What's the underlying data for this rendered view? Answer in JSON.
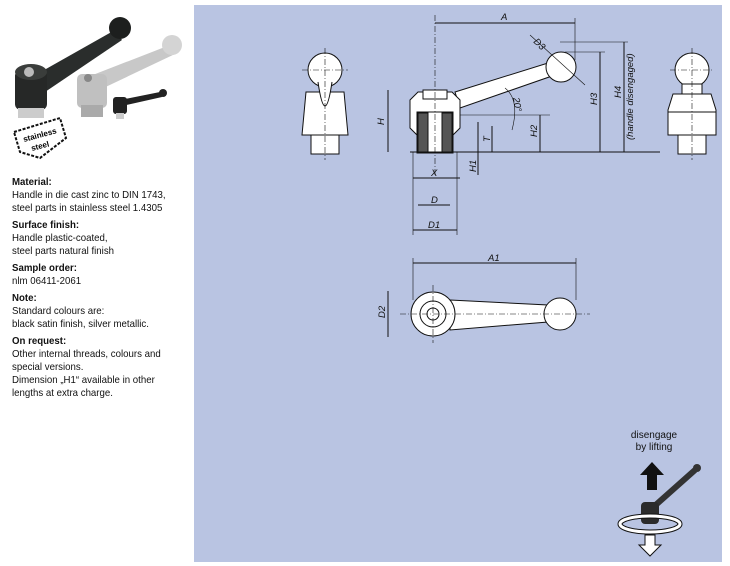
{
  "badge": {
    "line1": "stainless",
    "line2": "steel"
  },
  "spec": [
    {
      "heading": "Material:",
      "lines": [
        "Handle in die cast zinc to DIN 1743,",
        "steel parts in stainless steel 1.4305"
      ]
    },
    {
      "heading": "Surface finish:",
      "lines": [
        "Handle plastic-coated,",
        "steel parts natural finish"
      ]
    },
    {
      "heading": "Sample order:",
      "lines": [
        "nlm 06411-2061"
      ]
    },
    {
      "heading": "Note:",
      "lines": [
        "Standard colours are:",
        "black satin finish, silver metallic."
      ]
    },
    {
      "heading": "On request:",
      "lines": [
        "Other internal threads, colours and",
        "special versions.",
        "Dimension „H1“ available in other",
        "lengths at extra charge."
      ]
    }
  ],
  "drawing": {
    "A": "A",
    "D3": "D3",
    "H": "H",
    "H1": "H1",
    "H2": "H2",
    "H3": "H3",
    "H4": "H4",
    "H4_note": "(handle disengaged)",
    "T": "T",
    "X": "X",
    "D": "D",
    "D1": "D1",
    "angle": "20°",
    "A1": "A1",
    "D2": "D2"
  },
  "hint": {
    "line1": "disengage",
    "line2": "by lifting"
  },
  "colors": {
    "panel": "#b9c4e2"
  }
}
